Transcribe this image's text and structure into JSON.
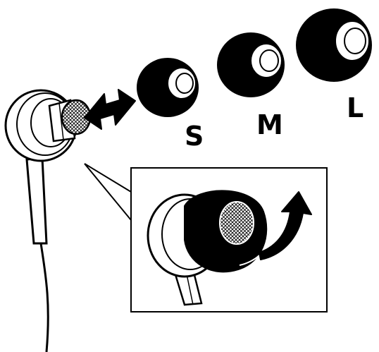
{
  "diagram": {
    "sizes": [
      {
        "label": "S"
      },
      {
        "label": "M"
      },
      {
        "label": "L"
      }
    ]
  },
  "colors": {
    "ink": "#000000",
    "paper": "#ffffff"
  },
  "icons": [
    "earphone-icon",
    "double-arrow-icon",
    "ear-tip-icon",
    "curved-arrow-icon",
    "mesh-grille-icon"
  ]
}
